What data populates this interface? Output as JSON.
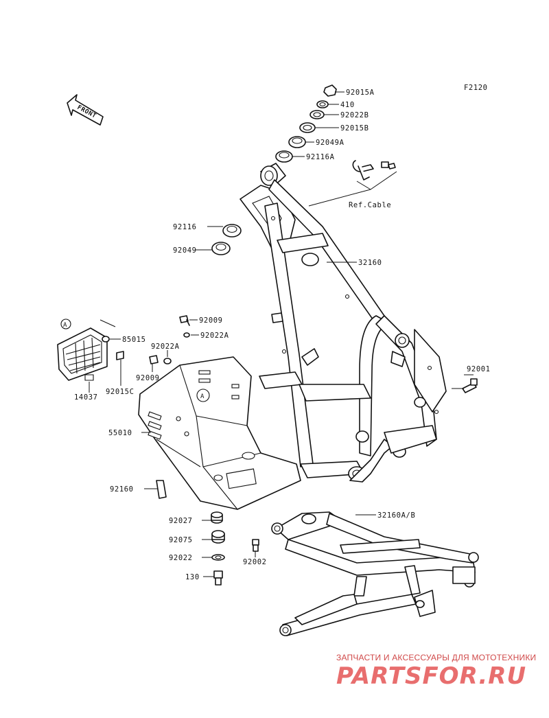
{
  "diagram": {
    "figure_code": "F2120",
    "front_label": "FRONT",
    "ref_label": "Ref.Cable",
    "parts": [
      {
        "id": "92015A"
      },
      {
        "id": "410"
      },
      {
        "id": "92022B"
      },
      {
        "id": "92015B"
      },
      {
        "id": "92049A"
      },
      {
        "id": "92116A"
      },
      {
        "id": "92116"
      },
      {
        "id": "92049"
      },
      {
        "id": "32160"
      },
      {
        "id": "92009"
      },
      {
        "id": "92022A"
      },
      {
        "id": "92022A"
      },
      {
        "id": "92009"
      },
      {
        "id": "85015"
      },
      {
        "id": "92015C"
      },
      {
        "id": "14037"
      },
      {
        "id": "55010"
      },
      {
        "id": "92160"
      },
      {
        "id": "92001"
      },
      {
        "id": "32160A/B"
      },
      {
        "id": "92027"
      },
      {
        "id": "92075"
      },
      {
        "id": "92022"
      },
      {
        "id": "92002"
      },
      {
        "id": "130"
      }
    ],
    "ref_markers": [
      "A",
      "A"
    ]
  },
  "watermark": {
    "tagline": "ЗАПЧАСТИ И АКСЕССУАРЫ ДЛЯ МОТОТЕХНИКИ",
    "logo": "PARTSFOR.RU"
  }
}
